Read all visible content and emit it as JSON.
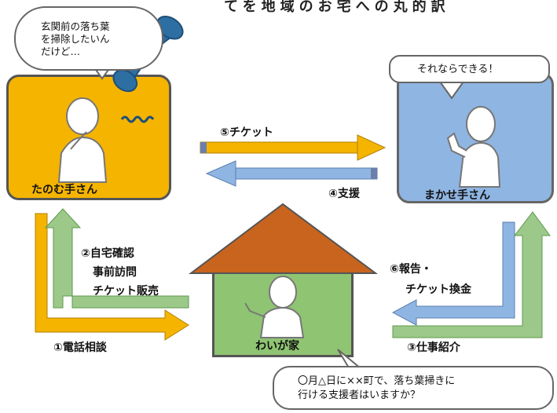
{
  "header": {
    "partial_title": "てを地域のお宅への丸的訳"
  },
  "speech": {
    "top_left": "玄関前の落ち葉\nを掃除したいん\nだけど…",
    "top_right": "それならできる！",
    "bottom": "〇月△日に××町で、落ち葉掃きに\n行ける支援者はいますか？"
  },
  "roles": {
    "tanomu": "たのむ手さん",
    "makase": "まかせ手さん",
    "house": "わいが家"
  },
  "flows": {
    "ticket": "⑤チケット",
    "support": "④支援",
    "home_visit_1": "②自宅確認",
    "home_visit_2": "事前訪問",
    "home_visit_3": "チケット販売",
    "phone": "①電話相談",
    "report_1": "⑥報告・",
    "report_2": "チケット換金",
    "job": "③仕事紹介"
  },
  "colors": {
    "tanomu_box": "#f5b400",
    "makase_box": "#8fb5e2",
    "house_wall": "#8fc472",
    "house_roof": "#c8641e",
    "arrow_yellow": "#f5b400",
    "arrow_blue": "#8fb5e2",
    "arrow_green": "#9cc98a",
    "phone": "#2e6fa3"
  }
}
